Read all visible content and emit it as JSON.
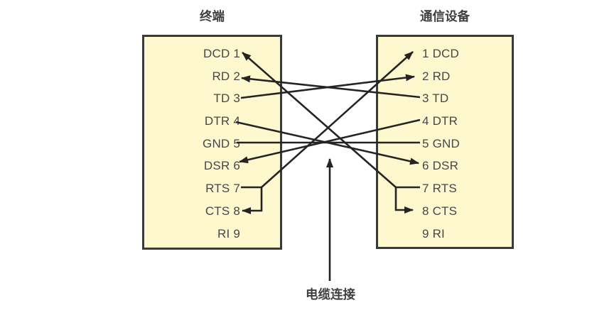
{
  "diagram": {
    "type": "null-modem-cable-wiring",
    "left_box": {
      "title": "终端",
      "pins": [
        {
          "label": "DCD 1"
        },
        {
          "label": "RD 2"
        },
        {
          "label": "TD 3"
        },
        {
          "label": "DTR 4"
        },
        {
          "label": "GND 5"
        },
        {
          "label": "DSR 6"
        },
        {
          "label": "RTS 7"
        },
        {
          "label": "CTS 8"
        },
        {
          "label": "RI 9"
        }
      ]
    },
    "right_box": {
      "title": "通信设备",
      "pins": [
        {
          "label": "1 DCD"
        },
        {
          "label": "2 RD"
        },
        {
          "label": "3 TD"
        },
        {
          "label": "4 DTR"
        },
        {
          "label": "5 GND"
        },
        {
          "label": "6 DSR"
        },
        {
          "label": "7 RTS"
        },
        {
          "label": "8 CTS"
        },
        {
          "label": "9 RI"
        }
      ]
    },
    "cable_label": "电缆连接",
    "colors": {
      "box_fill": "#fdf8cd",
      "box_border": "#3a3a3a",
      "wire": "#242424",
      "text": "#474747"
    },
    "connections": [
      {
        "id": "l-td3-to-r-rd2",
        "from": "terminal TD 3",
        "to": "device 2 RD",
        "arrow": "end",
        "points": [
          [
            339,
            138
          ],
          [
            583,
            108
          ]
        ]
      },
      {
        "id": "r-td3-to-l-rd2",
        "from": "device 3 TD",
        "to": "terminal RD 2",
        "arrow": "end",
        "points": [
          [
            591,
            137
          ],
          [
            340,
            110
          ]
        ]
      },
      {
        "id": "l-dtr4-to-r-dsr6",
        "from": "terminal DTR 4",
        "to": "device 6 DSR",
        "arrow": "end",
        "points": [
          [
            332,
            172
          ],
          [
            589,
            230
          ]
        ]
      },
      {
        "id": "r-dtr4-to-l-dsr6",
        "from": "device 4 DTR",
        "to": "terminal DSR 6",
        "arrow": "end",
        "points": [
          [
            591,
            169
          ],
          [
            337,
            228
          ]
        ]
      },
      {
        "id": "gnd-straight",
        "from": "terminal GND 5",
        "to": "device 5 GND",
        "arrow": "none",
        "points": [
          [
            333,
            201
          ],
          [
            591,
            201
          ]
        ]
      },
      {
        "id": "l-rts7-to-l-cts8",
        "from": "terminal RTS 7",
        "to": "terminal CTS 8",
        "arrow": "end",
        "points": [
          [
            339,
            264
          ],
          [
            368,
            264
          ],
          [
            368,
            297
          ],
          [
            341,
            297
          ]
        ]
      },
      {
        "id": "l-rts7-to-r-dcd1",
        "from": "terminal RTS 7",
        "to": "device 1 DCD",
        "arrow": "end",
        "points": [
          [
            368,
            264
          ],
          [
            581,
            73
          ]
        ]
      },
      {
        "id": "r-rts7-to-r-cts8",
        "from": "device 7 RTS",
        "to": "device 8 CTS",
        "arrow": "end",
        "points": [
          [
            591,
            264
          ],
          [
            557,
            264
          ],
          [
            557,
            296
          ],
          [
            581,
            296
          ]
        ]
      },
      {
        "id": "r-rts7-to-l-dcd1",
        "from": "device 7 RTS",
        "to": "terminal DCD 1",
        "arrow": "end",
        "points": [
          [
            557,
            264
          ],
          [
            341,
            74
          ]
        ]
      },
      {
        "id": "cable-pointer",
        "from": "cable label",
        "to": "cable midpoint",
        "arrow": "end",
        "points": [
          [
            464,
            396
          ],
          [
            464,
            224
          ]
        ]
      }
    ]
  }
}
